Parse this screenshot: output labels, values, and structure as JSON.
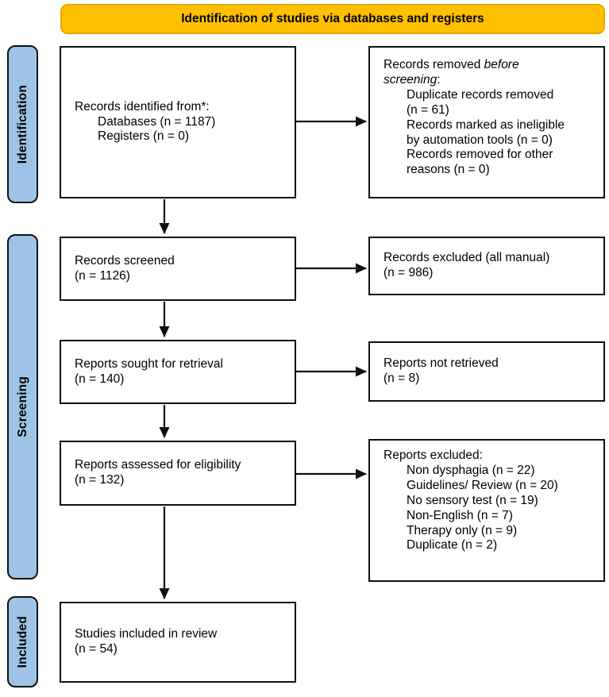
{
  "header": {
    "title": "Identification of studies via databases and registers"
  },
  "colors": {
    "header_fill": "#FFC000",
    "header_border": "#E7A500",
    "stage_fill": "#9DC3E6",
    "stage_border": "#111111",
    "box_border": "#111111",
    "arrow": "#111111"
  },
  "stages": {
    "identification": {
      "label": "Identification"
    },
    "screening": {
      "label": "Screening"
    },
    "included": {
      "label": "Included"
    }
  },
  "boxes": {
    "records_identified": {
      "lines": [
        {
          "indent": 0,
          "runs": [
            {
              "text": "Records identified from*:",
              "italic": false
            }
          ]
        },
        {
          "indent": 1,
          "runs": [
            {
              "text": "Databases (n = 1187)",
              "italic": false
            }
          ]
        },
        {
          "indent": 1,
          "runs": [
            {
              "text": "Registers (n = 0)",
              "italic": false
            }
          ]
        }
      ]
    },
    "records_removed": {
      "lines": [
        {
          "indent": 0,
          "runs": [
            {
              "text": "Records removed ",
              "italic": false
            },
            {
              "text": "before",
              "italic": true
            }
          ]
        },
        {
          "indent": 0,
          "runs": [
            {
              "text": "screening",
              "italic": true
            },
            {
              "text": ":",
              "italic": false
            }
          ]
        },
        {
          "indent": 1,
          "runs": [
            {
              "text": "Duplicate records removed",
              "italic": false
            }
          ]
        },
        {
          "indent": 1,
          "runs": [
            {
              "text": "(n = 61)",
              "italic": false
            }
          ]
        },
        {
          "indent": 1,
          "runs": [
            {
              "text": "Records marked as ineligible",
              "italic": false
            }
          ]
        },
        {
          "indent": 1,
          "runs": [
            {
              "text": "by automation tools (n = 0)",
              "italic": false
            }
          ]
        },
        {
          "indent": 1,
          "runs": [
            {
              "text": "Records removed for other",
              "italic": false
            }
          ]
        },
        {
          "indent": 1,
          "runs": [
            {
              "text": "reasons (n = 0)",
              "italic": false
            }
          ]
        }
      ]
    },
    "records_screened": {
      "lines": [
        {
          "indent": 0,
          "runs": [
            {
              "text": "Records screened",
              "italic": false
            }
          ]
        },
        {
          "indent": 0,
          "runs": [
            {
              "text": "(n = 1126)",
              "italic": false
            }
          ]
        }
      ]
    },
    "records_excluded": {
      "lines": [
        {
          "indent": 0,
          "runs": [
            {
              "text": "Records excluded (all manual)",
              "italic": false
            }
          ]
        },
        {
          "indent": 0,
          "runs": [
            {
              "text": "(n = 986)",
              "italic": false
            }
          ]
        }
      ]
    },
    "reports_sought": {
      "lines": [
        {
          "indent": 0,
          "runs": [
            {
              "text": "Reports sought for retrieval",
              "italic": false
            }
          ]
        },
        {
          "indent": 0,
          "runs": [
            {
              "text": "(n = 140)",
              "italic": false
            }
          ]
        }
      ]
    },
    "reports_not_retrieved": {
      "lines": [
        {
          "indent": 0,
          "runs": [
            {
              "text": "Reports not retrieved",
              "italic": false
            }
          ]
        },
        {
          "indent": 0,
          "runs": [
            {
              "text": "(n = 8)",
              "italic": false
            }
          ]
        }
      ]
    },
    "reports_assessed": {
      "lines": [
        {
          "indent": 0,
          "runs": [
            {
              "text": "Reports assessed for eligibility",
              "italic": false
            }
          ]
        },
        {
          "indent": 0,
          "runs": [
            {
              "text": "(n = 132)",
              "italic": false
            }
          ]
        }
      ]
    },
    "reports_excluded": {
      "lines": [
        {
          "indent": 0,
          "runs": [
            {
              "text": "Reports excluded:",
              "italic": false
            }
          ]
        },
        {
          "indent": 1,
          "runs": [
            {
              "text": "Non dysphagia (n = 22)",
              "italic": false
            }
          ]
        },
        {
          "indent": 1,
          "runs": [
            {
              "text": "Guidelines/ Review (n = 20)",
              "italic": false
            }
          ]
        },
        {
          "indent": 1,
          "runs": [
            {
              "text": "No sensory test (n = 19)",
              "italic": false
            }
          ]
        },
        {
          "indent": 1,
          "runs": [
            {
              "text": "Non-English (n = 7)",
              "italic": false
            }
          ]
        },
        {
          "indent": 1,
          "runs": [
            {
              "text": "Therapy only (n = 9)",
              "italic": false
            }
          ]
        },
        {
          "indent": 1,
          "runs": [
            {
              "text": "Duplicate (n = 2)",
              "italic": false
            }
          ]
        }
      ]
    },
    "studies_included": {
      "lines": [
        {
          "indent": 0,
          "runs": [
            {
              "text": "Studies included in review",
              "italic": false
            }
          ]
        },
        {
          "indent": 0,
          "runs": [
            {
              "text": "(n = 54)",
              "italic": false
            }
          ]
        }
      ]
    }
  }
}
